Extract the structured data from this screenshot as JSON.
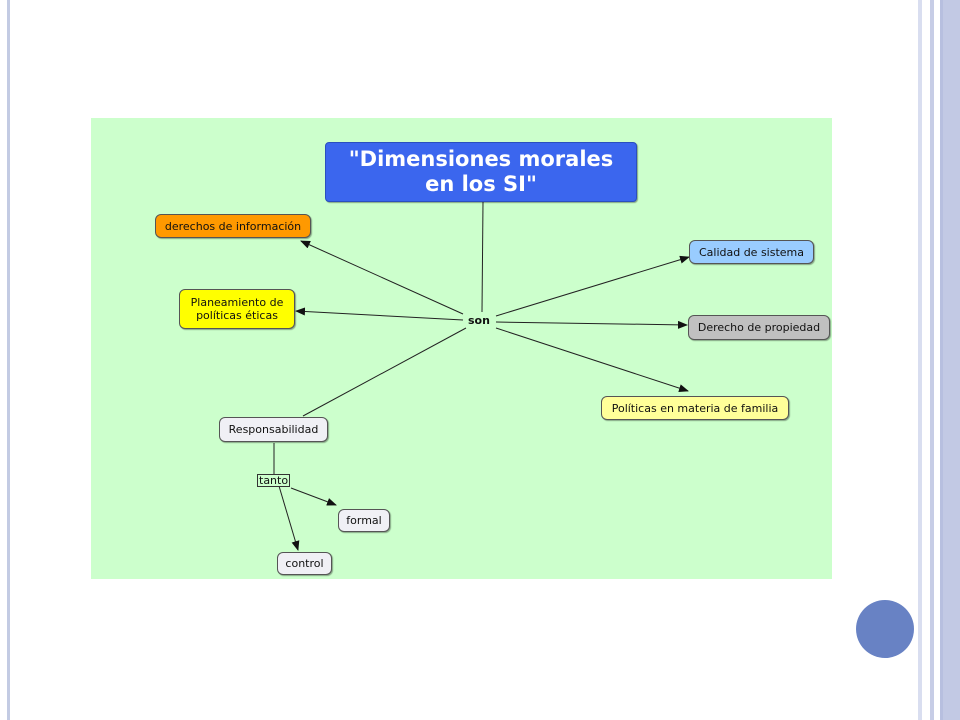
{
  "concept_map": {
    "title": "\"Dimensiones morales\nen los SI\"",
    "link_label": "son",
    "nodes": {
      "derechos": "derechos de información",
      "planeamiento": "Planeamiento de\npolíticas éticas",
      "responsabilidad": "Responsabilidad",
      "calidad": "Calidad de sistema",
      "propiedad": "Derecho de propiedad",
      "familia": "Políticas en materia de familia",
      "formal": "formal",
      "control": "control"
    },
    "sub_label": "tanto"
  },
  "colors": {
    "map_background": "#ccffcc",
    "title": "#3b66ee",
    "derechos": "#ff9900",
    "planeamiento": "#ffff00",
    "calidad": "#99ccff",
    "propiedad": "#c0c0c0",
    "familia": "#ffff99",
    "plain": "#f0f0f5",
    "accent_circle": "#6882c4"
  }
}
